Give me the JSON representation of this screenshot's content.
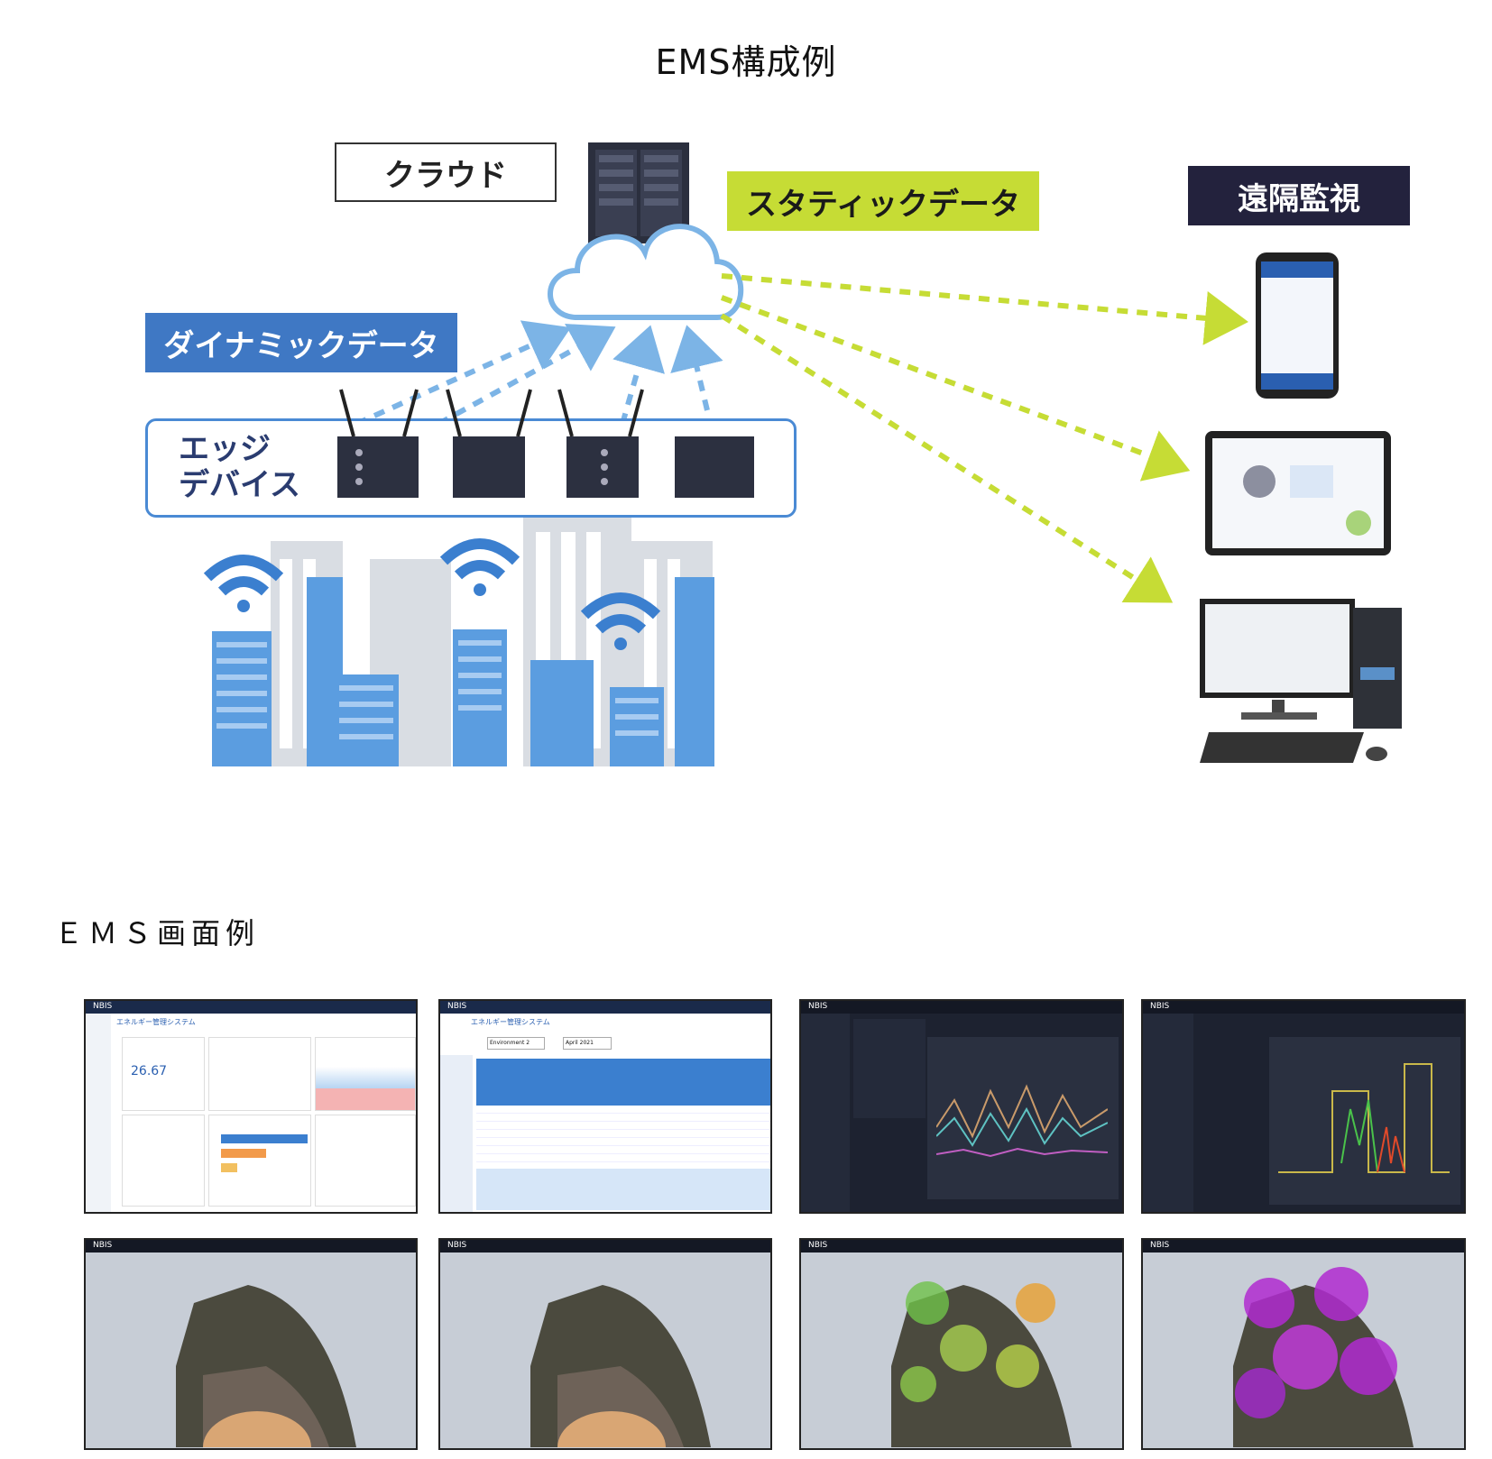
{
  "title": "EMS構成例",
  "screens_title": "ＥＭＳ画面例",
  "tags": {
    "cloud": "クラウド",
    "static_data": "スタティックデータ",
    "remote_monitoring": "遠隔監視",
    "dynamic_data": "ダイナミックデータ",
    "edge_line1": "エッジ",
    "edge_line2": "デバイス"
  },
  "colors": {
    "static_tag": "#c6dc35",
    "remote_tag": "#23223d",
    "dynamic_tag": "#3f78c4",
    "edge_border": "#4a8ad4",
    "static_arrow": "#c6dc35",
    "dynamic_arrow": "#7cb4e6",
    "building_blue": "#5b9de0",
    "building_grey": "#d9dde3"
  },
  "screenshots": {
    "app_name": "NBIS",
    "app_title": "エネルギー管理システム",
    "s1": {
      "readout": "26.67"
    },
    "s2": {
      "field": "Environment 2",
      "date": "April 2021"
    }
  }
}
